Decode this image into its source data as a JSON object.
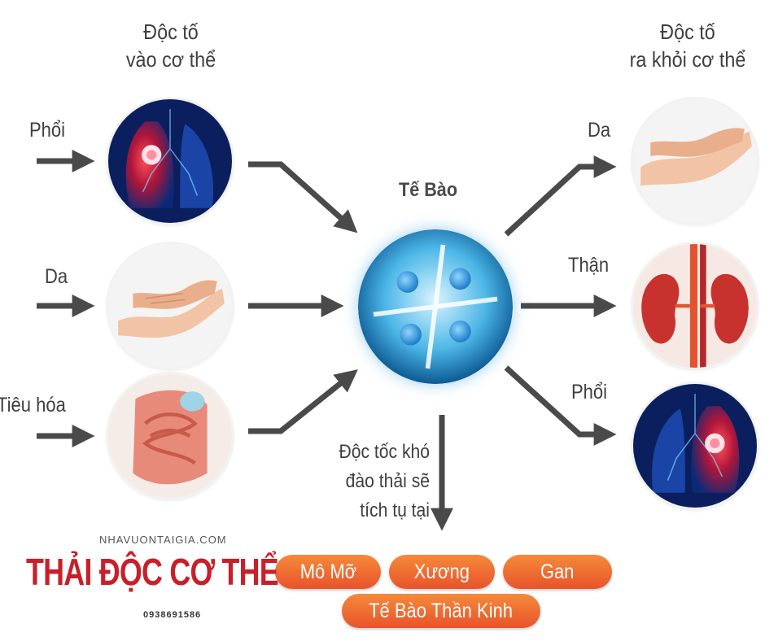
{
  "headings": {
    "left": [
      "Độc tố",
      "vào cơ thể"
    ],
    "right": [
      "Độc tố",
      "ra khỏi cơ thể"
    ]
  },
  "sources": [
    {
      "label": "Phổi",
      "icon": "lung-icon"
    },
    {
      "label": "Da",
      "icon": "hands-icon"
    },
    {
      "label": "Tiêu hóa",
      "icon": "intestine-icon"
    }
  ],
  "center": {
    "label": "Tế Bào",
    "icon": "cell-icon"
  },
  "exits": [
    {
      "label": "Da",
      "icon": "hands-icon"
    },
    {
      "label": "Thận",
      "icon": "kidney-icon"
    },
    {
      "label": "Phổi",
      "icon": "lung-icon"
    }
  ],
  "note": [
    "Độc tốc khó",
    "đào thải sẽ",
    "tích tụ tại"
  ],
  "deposits": [
    "Mô Mỡ",
    "Xương",
    "Gan",
    "Tế Bào Thần Kinh"
  ],
  "watermark": {
    "site": "NHAVUONTAIGIA.COM",
    "title": "THẢI ĐỘC CƠ THỂ",
    "phone": "0938691586"
  },
  "colors": {
    "arrow": "#4a4a4a",
    "pill": "#ee6a30",
    "brand": "#c8202a"
  }
}
